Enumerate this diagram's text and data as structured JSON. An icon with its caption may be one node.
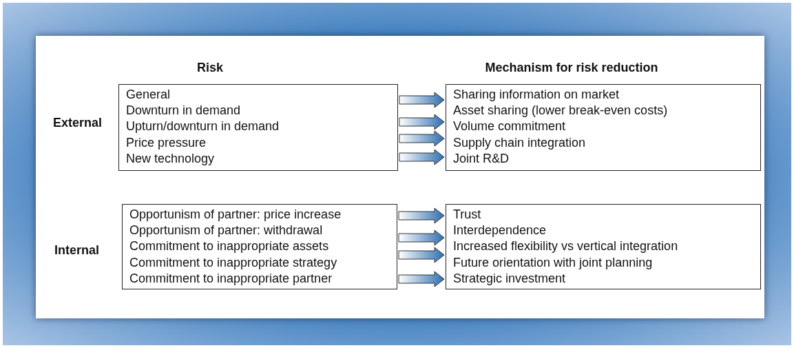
{
  "diagram": {
    "nodes": [
      {
        "text": [
          "General",
          "Downturn in demand",
          "Upturn/downturn in demand",
          "Price pressure",
          "New technology"
        ]
      },
      {
        "text": [
          "Sharing information on market",
          "Asset sharing (lower break-even costs)",
          "Volume commitment",
          "Supply chain integration",
          "Joint R&D"
        ]
      },
      {
        "text": [
          "Opportunism of partner: price increase",
          "Opportunism of partner: withdrawal",
          "Commitment to inappropriate assets",
          "Commitment to inappropriate strategy",
          "Commitment to inappropriate partner"
        ]
      },
      {
        "text": [
          "Trust",
          "Interdependence",
          "Increased flexibility vs vertical integration",
          "Future orientation with joint planning",
          "Strategic investment"
        ]
      }
    ],
    "edges": [
      {
        "from": 0,
        "to": 1,
        "arrow": "to"
      },
      {
        "from": 0,
        "to": 1,
        "arrow": "to"
      },
      {
        "from": 0,
        "to": 1,
        "arrow": "to"
      },
      {
        "from": 0,
        "to": 1,
        "arrow": "to"
      },
      {
        "from": 2,
        "to": 3,
        "arrow": "to"
      },
      {
        "from": 2,
        "to": 3,
        "arrow": "to"
      },
      {
        "from": 2,
        "to": 3,
        "arrow": "to"
      },
      {
        "from": 2,
        "to": 3,
        "arrow": "to"
      }
    ],
    "labels": [
      "Risk",
      "Mechanism for risk reduction",
      "External",
      "Internal"
    ]
  }
}
